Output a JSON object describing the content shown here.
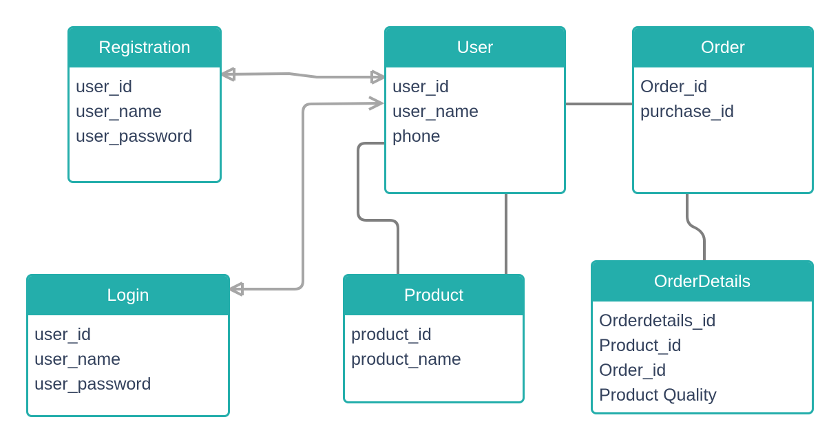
{
  "entities": {
    "registration": {
      "title": "Registration",
      "fields": [
        "user_id",
        "user_name",
        "user_password"
      ]
    },
    "user": {
      "title": "User",
      "fields": [
        "user_id",
        "user_name",
        "phone"
      ]
    },
    "order": {
      "title": "Order",
      "fields": [
        "Order_id",
        "purchase_id"
      ]
    },
    "login": {
      "title": "Login",
      "fields": [
        "user_id",
        "user_name",
        "user_password"
      ]
    },
    "product": {
      "title": "Product",
      "fields": [
        "product_id",
        "product_name"
      ]
    },
    "orderdetails": {
      "title": "OrderDetails",
      "fields": [
        "Orderdetails_id",
        "Product_id",
        "Order_id",
        "Product Quality"
      ]
    }
  },
  "colors": {
    "accent": "#24aeab",
    "text": "#33415c",
    "connector_light": "#a6a6a6",
    "connector_dark": "#7f7f7f"
  }
}
